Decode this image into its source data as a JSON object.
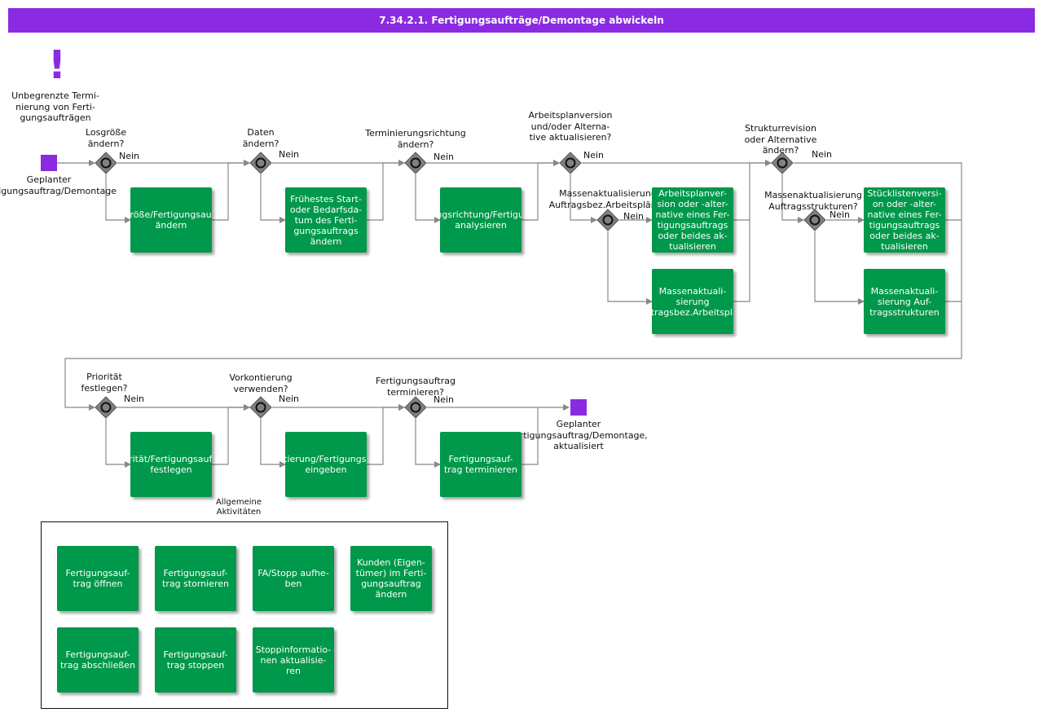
{
  "title": "7.34.2.1. Fertigungsaufträge/Demontage abwickeln",
  "colors": {
    "accent": "#8a2be2",
    "task": "#00984a",
    "gateway": "#808080",
    "flow": "#888888"
  },
  "icons": {
    "trigger": "exclamation-icon",
    "gateway": "gateway-diamond-icon",
    "event": "event-square-icon"
  },
  "trigger_label": "Unbegrenzte Termi-\nnierung von Ferti-\ngungsaufträgen",
  "start_label": "Geplanter\nFertigungsauftrag/Demontage",
  "end_label": "Geplanter\nFertigungsauftrag/Demontage,\naktualisiert",
  "no_label": "Nein",
  "gateways": {
    "g1": "Losgröße\nändern?",
    "g2": "Daten\nändern?",
    "g3": "Terminierungsrichtung\nändern?",
    "g4": "Arbeitsplanversion\nund/oder Alterna-\ntive aktualisieren?",
    "g4b": "Massenaktualisierung\nAuftragsbez.Arbeitspläne?",
    "g5": "Strukturrevision\noder Alternative\nändern?",
    "g5b": "Massenaktualisierung\nAuftragsstrukturen?",
    "g6": "Priorität\nfestlegen?",
    "g7": "Vorkontierung\nverwenden?",
    "g8": "Fertigungsauftrag\nterminieren?"
  },
  "tasks": {
    "t1": "Losgröße/Fertigungsauftrag\nändern",
    "t2": "Frühestes Start-\noder Bedarfsda-\ntum des Ferti-\ngungsauftrags\nändern",
    "t3": "Terminierungsrichtung/Fertigungsauftrag\nanalysieren",
    "t4": "Arbeitsplanver-\nsion oder -alter-\nnative eines Fer-\ntigungsauftrags\noder beides ak-\ntualisieren",
    "t4b": "Massenaktuali-\nsierung\nAuftragsbez.Arbeitspläne",
    "t5": "Stücklistenversi-\non oder -alter-\nnative eines Fer-\ntigungsauftrags\noder beides ak-\ntualisieren",
    "t5b": "Massenaktuali-\nsierung Auf-\ntragsstrukturen",
    "t6": "Priorität/Fertigungsauftrag\nfestlegen",
    "t7": "Vorkontierung/Fertigungsauftrag\neingeben",
    "t8": "Fertigungsauf-\ntrag terminieren"
  },
  "general": {
    "label": "Allgemeine\nAktivitäten",
    "items": [
      "Fertigungsauf-\ntrag öffnen",
      "Fertigungsauf-\ntrag stornieren",
      "FA/Stopp aufhe-\nben",
      "Kunden (Eigen-\ntümer) im Ferti-\ngungsauftrag\nändern",
      "Fertigungsauf-\ntrag abschließen",
      "Fertigungsauf-\ntrag stoppen",
      "Stoppinformatio-\nnen aktualisie-\nren"
    ]
  }
}
